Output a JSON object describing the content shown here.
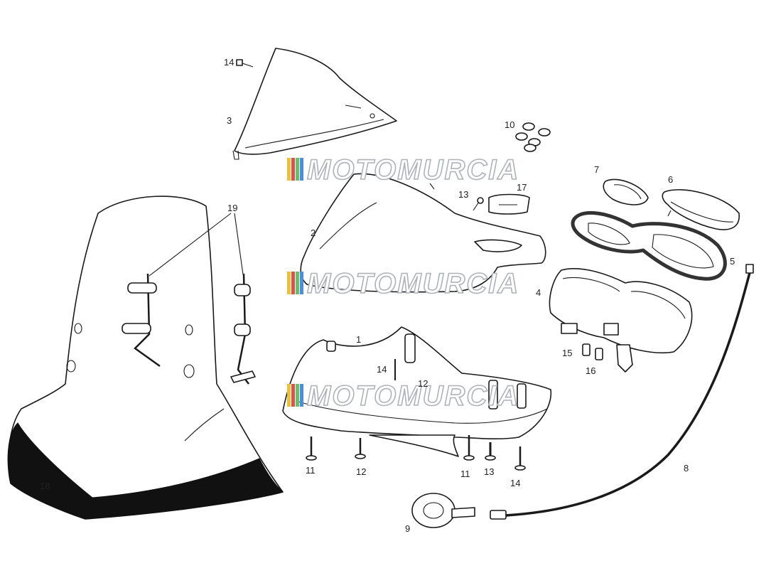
{
  "watermark": {
    "text": "MOTOMURCIA",
    "colors": [
      "#e8c23a",
      "#d9534f",
      "#6bbf6a",
      "#4a90d9"
    ]
  },
  "labels": {
    "l1": "1",
    "l2": "2",
    "l3": "3",
    "l4": "4",
    "l5": "5",
    "l6": "6",
    "l7": "7",
    "l8": "8",
    "l9": "9",
    "l10": "10",
    "l11a": "11",
    "l11b": "11",
    "l12a": "12",
    "l12b": "12",
    "l13a": "13",
    "l13b": "13",
    "l14a": "14",
    "l14b": "14",
    "l14c": "14",
    "l15": "15",
    "l16": "16",
    "l17": "17",
    "l18": "18",
    "l19": "19"
  }
}
